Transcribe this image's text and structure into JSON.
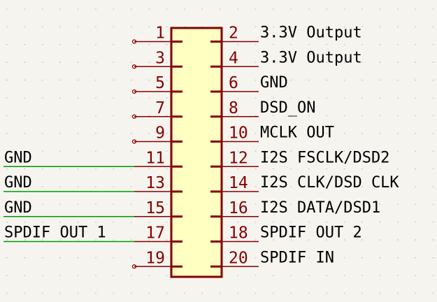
{
  "colors": {
    "background": "#f5f4ef",
    "grid_dot": "#c8c8c8",
    "symbol_body_fill": "#ffffc2",
    "symbol_outline": "#840000",
    "pin_line": "#840000",
    "pin_number": "#840000",
    "wire": "#009900",
    "net_label": "#000000"
  },
  "connector": {
    "left_pins": [
      {
        "number": "1",
        "net": "",
        "connected": false
      },
      {
        "number": "3",
        "net": "",
        "connected": false
      },
      {
        "number": "5",
        "net": "",
        "connected": false
      },
      {
        "number": "7",
        "net": "",
        "connected": false
      },
      {
        "number": "9",
        "net": "",
        "connected": false
      },
      {
        "number": "11",
        "net": "GND",
        "connected": true
      },
      {
        "number": "13",
        "net": "GND",
        "connected": true
      },
      {
        "number": "15",
        "net": "GND",
        "connected": true
      },
      {
        "number": "17",
        "net": "SPDIF OUT 1",
        "connected": true
      },
      {
        "number": "19",
        "net": "",
        "connected": false
      }
    ],
    "right_pins": [
      {
        "number": "2",
        "label": "3.3V Output"
      },
      {
        "number": "4",
        "label": "3.3V Output"
      },
      {
        "number": "6",
        "label": "GND"
      },
      {
        "number": "8",
        "label": "DSD_ON"
      },
      {
        "number": "10",
        "label": "MCLK OUT"
      },
      {
        "number": "12",
        "label": "I2S FSCLK/DSD2"
      },
      {
        "number": "14",
        "label": "I2S CLK/DSD CLK"
      },
      {
        "number": "16",
        "label": "I2S DATA/DSD1"
      },
      {
        "number": "18",
        "label": "SPDIF OUT 2"
      },
      {
        "number": "20",
        "label": "SPDIF IN"
      }
    ]
  }
}
